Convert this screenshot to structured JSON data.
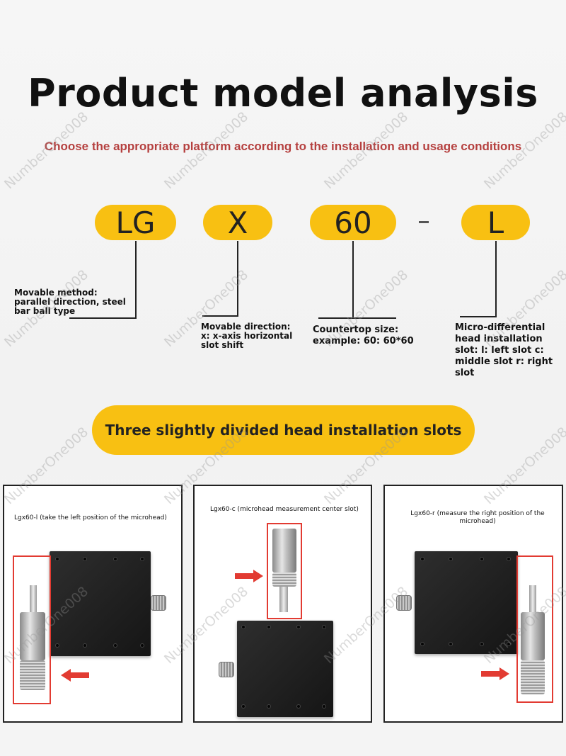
{
  "title": "Product model analysis",
  "subtitle": "Choose the appropriate platform according to the installation and usage conditions",
  "model_codes": {
    "lg": "LG",
    "x": "X",
    "size": "60",
    "separator": "-",
    "slot": "L"
  },
  "descriptions": {
    "lg": "Movable method: parallel direction, steel bar ball type",
    "x": "Movable direction: x: x-axis horizontal slot shift",
    "size": "Countertop size: example: 60: 60*60",
    "slot": "Micro-differential head installation slot: l: left slot c: middle slot r: right slot"
  },
  "banner": "Three slightly divided head installation slots",
  "panels": {
    "left": {
      "caption": "Lgx60-l (take the left position of the microhead)"
    },
    "center": {
      "caption": "Lgx60-c (microhead measurement center slot)"
    },
    "right": {
      "caption": "Lgx60-r (measure the right position of the microhead)"
    }
  },
  "watermark": "NumberOne008",
  "colors": {
    "accent_yellow": "#f8c012",
    "subtitle_red": "#b5403f",
    "highlight_red": "#e23b32"
  }
}
